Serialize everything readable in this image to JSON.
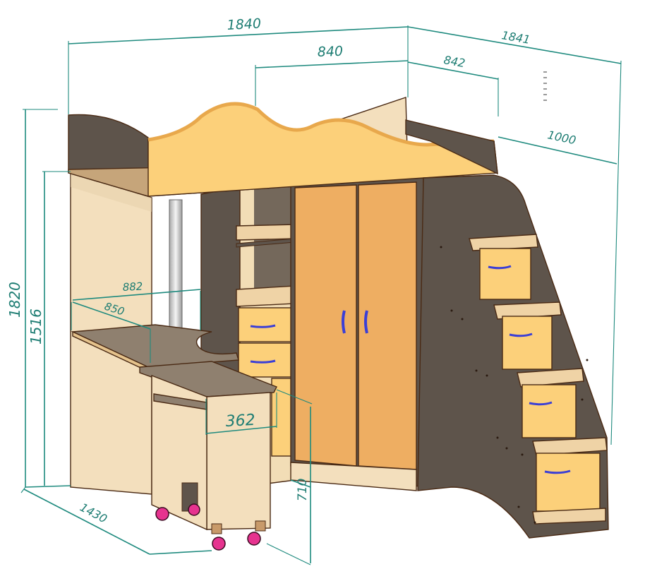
{
  "diagram": {
    "subject": "loft bed with wardrobe, desk and staircase drawers",
    "palette": {
      "dark_panel": "#5e544b",
      "light_panel": "#f3dfbd",
      "yellow_front": "#fcd07a",
      "orange_door": "#eeae62",
      "edge": "#4a2a14",
      "dimension": "#1e8a7e",
      "handle": "#3b3fd6",
      "caster": "#e6338f"
    },
    "dimensions": {
      "total_length": "1840",
      "inner_width": "840",
      "depth_top": "1841",
      "top_offset": "842",
      "stair_length": "1000",
      "total_height": "1820",
      "bed_height": "1516",
      "desk_top": "850",
      "desk_top_back": "882",
      "desk_extension": "362",
      "desk_height": "710",
      "floor_depth": "1430"
    }
  }
}
